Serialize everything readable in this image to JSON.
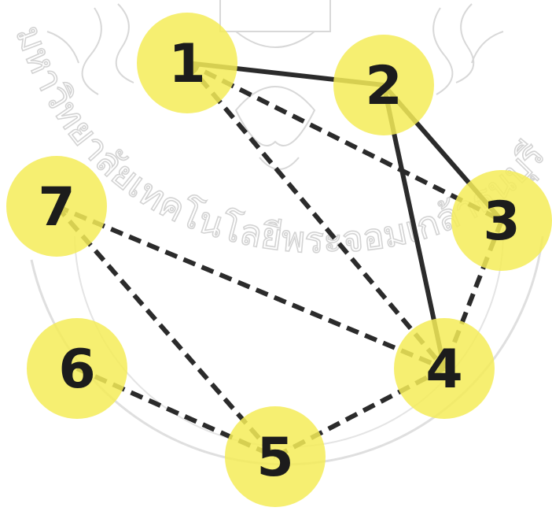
{
  "colors": {
    "node_fill": "#f4ec58",
    "edge": "#2b2b2b",
    "label": "#1c1c1c",
    "watermark": "#d9d9d9"
  },
  "watermark": {
    "arc_text": "มหาวิทยาลัยเทคโนโลยีพระจอมเกล้าธนบุรี",
    "emblem": "seal-emblem"
  },
  "graph": {
    "nodes": [
      {
        "id": "n1",
        "label": "1"
      },
      {
        "id": "n2",
        "label": "2"
      },
      {
        "id": "n3",
        "label": "3"
      },
      {
        "id": "n4",
        "label": "4"
      },
      {
        "id": "n5",
        "label": "5"
      },
      {
        "id": "n6",
        "label": "6"
      },
      {
        "id": "n7",
        "label": "7"
      }
    ],
    "edges": [
      {
        "from": "1",
        "to": "2",
        "style": "solid"
      },
      {
        "from": "2",
        "to": "3",
        "style": "solid"
      },
      {
        "from": "2",
        "to": "4",
        "style": "solid"
      },
      {
        "from": "1",
        "to": "3",
        "style": "dashed"
      },
      {
        "from": "1",
        "to": "4",
        "style": "dashed"
      },
      {
        "from": "7",
        "to": "4",
        "style": "dashed"
      },
      {
        "from": "7",
        "to": "5",
        "style": "dashed"
      },
      {
        "from": "3",
        "to": "4",
        "style": "dashed"
      },
      {
        "from": "4",
        "to": "5",
        "style": "dashed"
      },
      {
        "from": "6",
        "to": "5",
        "style": "dashed"
      }
    ]
  }
}
